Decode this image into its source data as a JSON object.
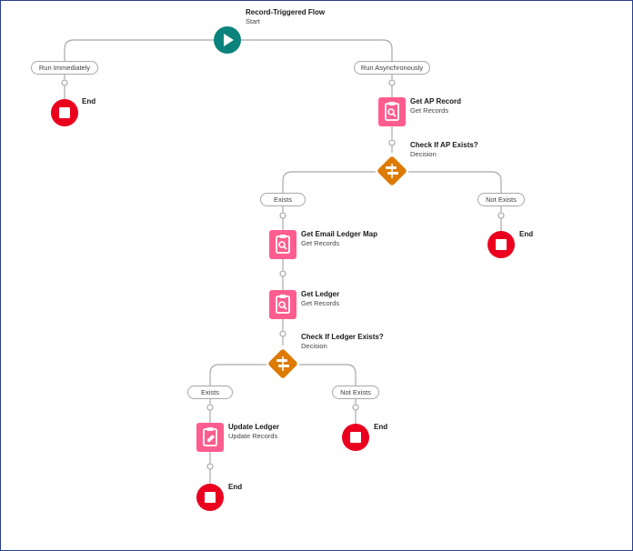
{
  "colors": {
    "start": "#0b827c",
    "end": "#ea001e",
    "record": "#ff5d8f",
    "decision": "#dd7a01",
    "connector": "#a8a8a8"
  },
  "start": {
    "title": "Record-Triggered Flow",
    "subtitle": "Start",
    "icon": "play-icon"
  },
  "paths": {
    "run_immediately": "Run Immediately",
    "run_async": "Run Asynchronously"
  },
  "end_label": "End",
  "get_ap_record": {
    "title": "Get AP Record",
    "subtitle": "Get Records",
    "icon": "get-records-icon"
  },
  "check_ap": {
    "title": "Check If AP Exists?",
    "subtitle": "Decision",
    "icon": "decision-icon",
    "outcome_yes": "Exists",
    "outcome_no": "Not Exists"
  },
  "get_email_ledger_map": {
    "title": "Get Email Ledger Map",
    "subtitle": "Get Records",
    "icon": "get-records-icon"
  },
  "get_ledger": {
    "title": "Get Ledger",
    "subtitle": "Get Records",
    "icon": "get-records-icon"
  },
  "check_ledger": {
    "title": "Check If Ledger Exists?",
    "subtitle": "Decision",
    "icon": "decision-icon",
    "outcome_yes": "Exists",
    "outcome_no": "Not Exists"
  },
  "update_ledger": {
    "title": "Update Ledger",
    "subtitle": "Update Records",
    "icon": "update-records-icon"
  }
}
